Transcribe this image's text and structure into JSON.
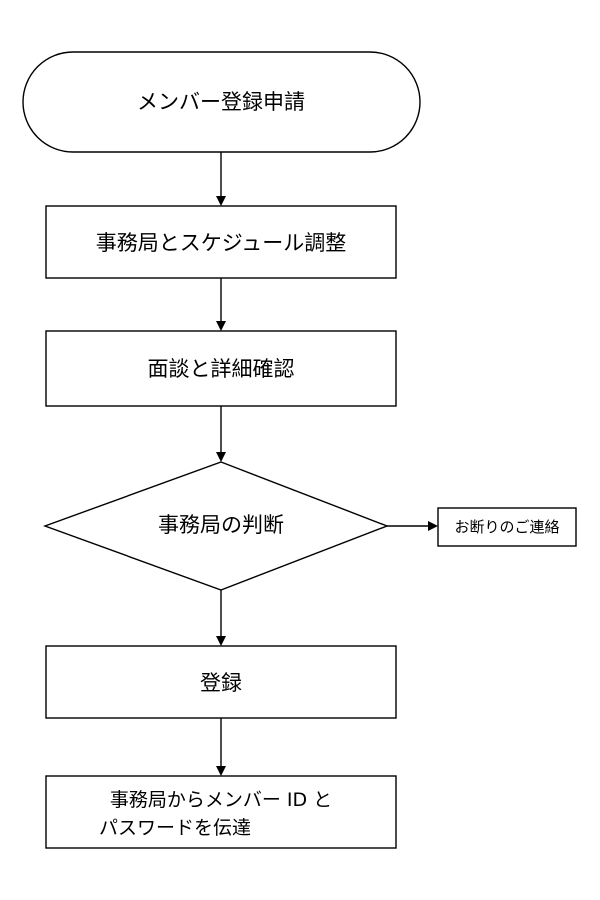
{
  "nodes": {
    "start": {
      "label": "メンバー登録申請"
    },
    "schedule": {
      "label": "事務局とスケジュール調整"
    },
    "interview": {
      "label": "面談と詳細確認"
    },
    "decision": {
      "label": "事務局の判断"
    },
    "reject": {
      "label": "お断りのご連絡"
    },
    "register": {
      "label": "登録"
    },
    "notify": {
      "line1": "事務局からメンバー ID と",
      "line2": "パスワードを伝達"
    }
  }
}
